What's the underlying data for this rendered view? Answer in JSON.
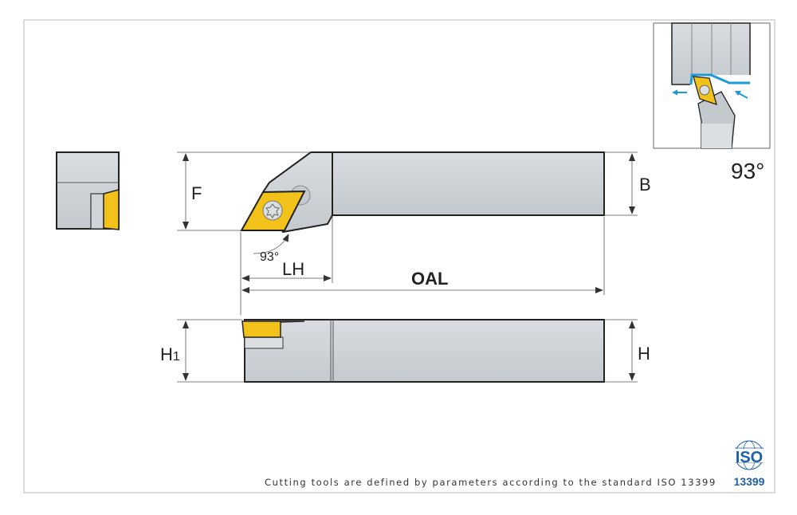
{
  "dimensions": {
    "F": "F",
    "B": "B",
    "LH": "LH",
    "OAL": "OAL",
    "H1_main": "H",
    "H1_sub": "1",
    "H": "H",
    "angle": "93°"
  },
  "inset": {
    "angle_label": "93°"
  },
  "footer": {
    "text": "Cutting tools are defined by parameters according to the standard ISO 13399"
  },
  "logo": {
    "top": "ISO",
    "bottom": "13399"
  },
  "colors": {
    "body": "#cfd3d8",
    "insert": "#f2c21b",
    "accent": "#1a9ad6",
    "logo": "#1f5fa8"
  }
}
